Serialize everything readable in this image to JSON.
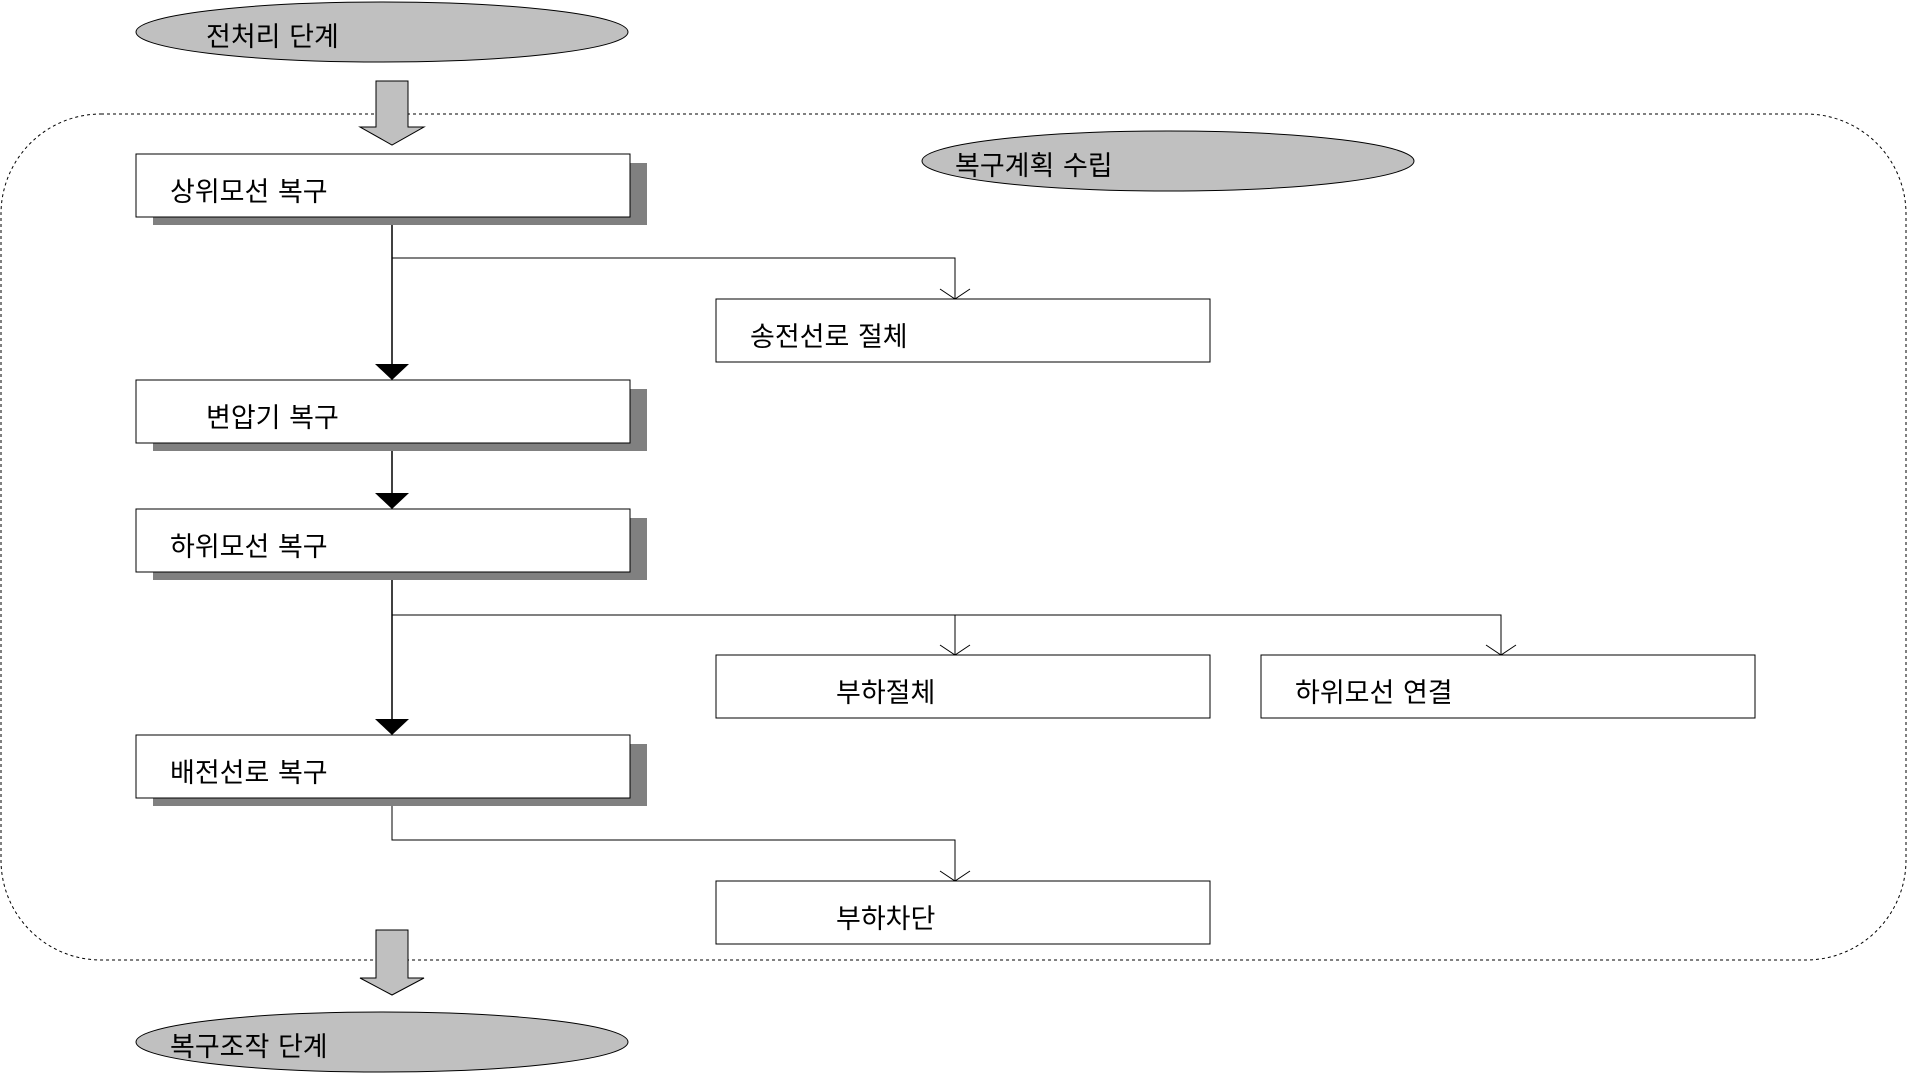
{
  "colors": {
    "ellipse_fill": "#c0c0c0",
    "box_shadow": "#808080",
    "arrow_fill": "#c0c0c0",
    "line": "#000000"
  },
  "diagram": {
    "start_phase": "전처리 단계",
    "group_title": "복구계획 수립",
    "steps": {
      "upper_bus": "상위모선 복구",
      "transformer": "변압기 복구",
      "lower_bus": "하위모선 복구",
      "feeder": "배전선로 복구"
    },
    "actions": {
      "line_switching": "송전선로 절체",
      "load_transfer": "부하절체",
      "lower_bus_connect": "하위모선 연결",
      "load_shedding": "부하차단"
    },
    "end_phase": "복구조작 단계"
  }
}
